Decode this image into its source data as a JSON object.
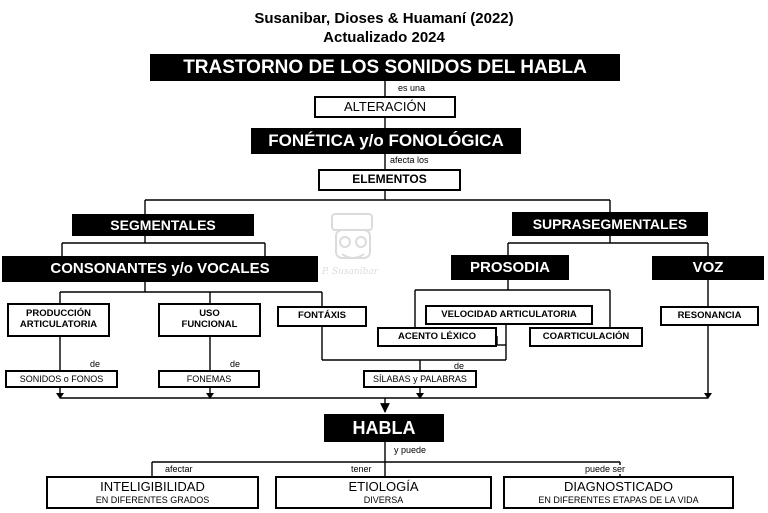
{
  "header": {
    "title_line1": "Susanibar, Dioses & Huamaní (2022)",
    "title_line2": "Actualizado 2024"
  },
  "nodes": {
    "trastorno": "TRASTORNO DE LOS SONIDOS DEL HABLA",
    "alteracion": "ALTERACIÓN",
    "fonetica": "FONÉTICA y/o FONOLÓGICA",
    "elementos": "ELEMENTOS",
    "segmentales": "SEGMENTALES",
    "suprasegmentales": "SUPRASEGMENTALES",
    "consonantes": "CONSONANTES y/o VOCALES",
    "prosodia": "PROSODIA",
    "voz": "VOZ",
    "produccion_1": "PRODUCCIÓN",
    "produccion_2": "ARTICULATORIA",
    "uso_1": "USO",
    "uso_2": "FUNCIONAL",
    "fontaxis": "FONTÁXIS",
    "velocidad": "VELOCIDAD  ARTICULATORIA",
    "acento": "ACENTO LÉXICO",
    "coarticulacion": "COARTICULACIÓN",
    "resonancia": "RESONANCIA",
    "sonidos": "SONIDOS o FONOS",
    "fonemas": "FONEMAS",
    "silabas": "SÍLABAS y PALABRAS",
    "habla": "HABLA",
    "inteligibilidad_1": "INTELIGIBILIDAD",
    "inteligibilidad_2": "EN DIFERENTES GRADOS",
    "etiologia_1": "ETIOLOGÍA",
    "etiologia_2": "DIVERSA",
    "diagnosticado_1": "DIAGNOSTICADO",
    "diagnosticado_2": "EN DIFERENTES ETAPAS DE LA VIDA"
  },
  "connectors": {
    "es_una": "es una",
    "afecta_los": "afecta los",
    "de_1": "de",
    "de_2": "de",
    "de_3": "de",
    "y_puede": "y puede",
    "afectar": "afectar",
    "tener": "tener",
    "puede_ser": "puede ser"
  },
  "watermark_signature": "P. Susanibar",
  "colors": {
    "ink": "#000000",
    "paper": "#ffffff",
    "watermark": "#9a9a9a"
  }
}
